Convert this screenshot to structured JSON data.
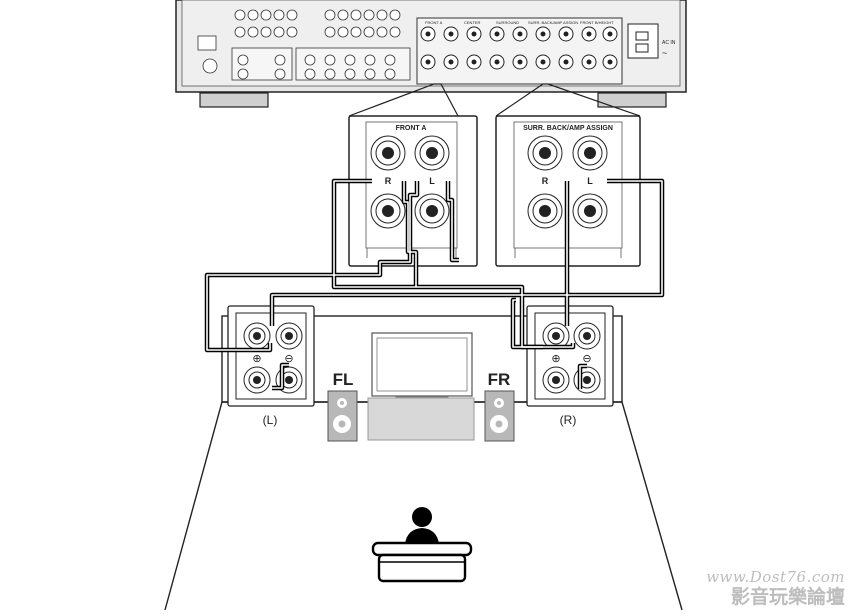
{
  "receiver": {
    "zone_labels": [
      "FRONT A",
      "CENTER",
      "SURROUND",
      "SURR. BACK/AMP ASSIGN",
      "FRONT B/HEIGHT"
    ],
    "ac_label": "AC IN",
    "ac_symbol": "~"
  },
  "front_panel": {
    "title": "FRONT A",
    "right_label": "R",
    "left_label": "L"
  },
  "surr_panel": {
    "title": "SURR. BACK/AMP ASSIGN",
    "right_label": "R",
    "left_label": "L"
  },
  "speaker_left": {
    "code": "FL",
    "side": "(L)",
    "plus": "⊕",
    "minus": "⊖"
  },
  "speaker_right": {
    "code": "FR",
    "side": "(R)",
    "plus": "⊕",
    "minus": "⊖"
  },
  "watermark": {
    "line1": "www.Dost76.com",
    "line2": "影音玩樂論壇"
  },
  "colors": {
    "line": "#000000",
    "panel": "#ffffff",
    "chassis": "#d9d9d9",
    "speaker_grey": "#b8b8b8"
  }
}
